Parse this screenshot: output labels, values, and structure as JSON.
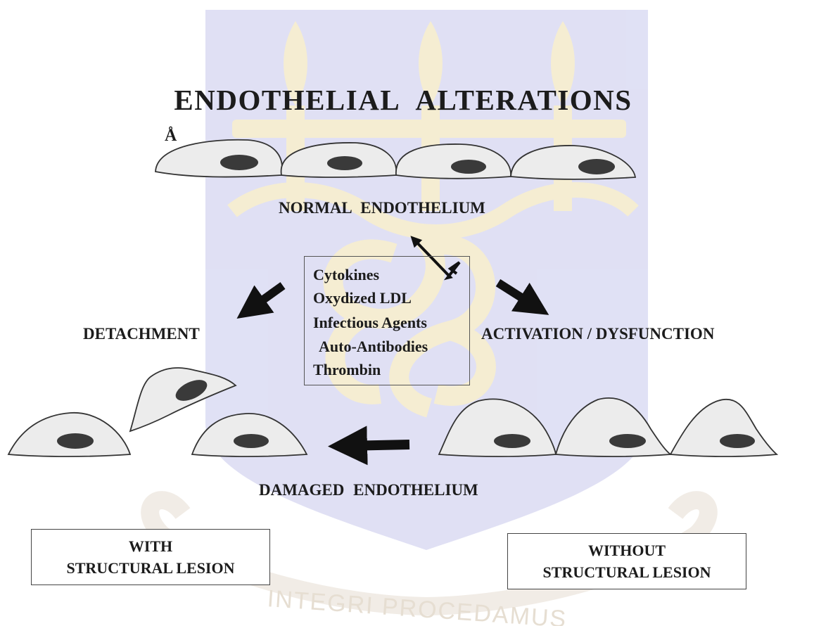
{
  "title": "ENDOTHELIAL ALTERATIONS",
  "corner_marker": "Å",
  "labels": {
    "normal": "NORMAL ENDOTHELIUM",
    "detachment": "DETACHMENT",
    "activation": "ACTIVATION / DYSFUNCTION",
    "damaged": "DAMAGED ENDOTHELIUM"
  },
  "agents": [
    "Cytokines",
    "Oxydized LDL",
    "Infectious Agents",
    "Auto-Antibodies",
    "Thrombin"
  ],
  "lesion_boxes": {
    "with": [
      "WITH",
      "STRUCTURAL LESION"
    ],
    "without": [
      "WITHOUT",
      "STRUCTURAL LESION"
    ]
  },
  "watermark": {
    "motto": "INTEGRI PROCEDAMUS"
  },
  "colors": {
    "cell_fill": "#ececec",
    "cell_stroke": "#333333",
    "nucleus": "#3a3a3a",
    "arrow": "#111111",
    "watermark_blue": "#c7c8ec",
    "watermark_gold": "#eedfae"
  }
}
